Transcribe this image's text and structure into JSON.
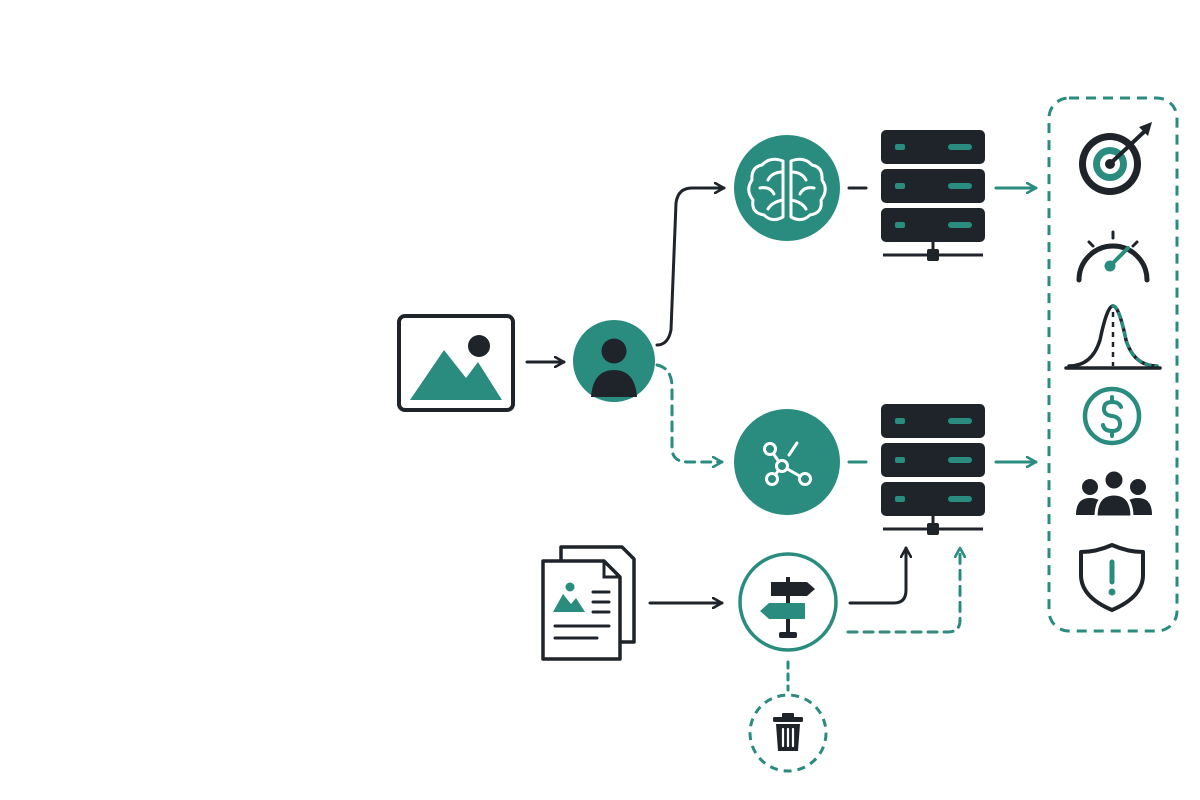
{
  "colors": {
    "teal": "#2a8c7e",
    "dark": "#1e2429",
    "white": "#ffffff",
    "background": "#ffffff"
  },
  "nodes": [
    {
      "id": "image-input",
      "icon": "image-icon"
    },
    {
      "id": "user",
      "icon": "user-icon"
    },
    {
      "id": "brain-model",
      "icon": "brain-icon"
    },
    {
      "id": "graph-model",
      "icon": "graph-nodes-icon"
    },
    {
      "id": "server-top",
      "icon": "server-icon"
    },
    {
      "id": "server-bottom",
      "icon": "server-icon"
    },
    {
      "id": "documents",
      "icon": "documents-icon"
    },
    {
      "id": "router",
      "icon": "signpost-icon"
    },
    {
      "id": "discard",
      "icon": "trash-icon"
    }
  ],
  "outcomes": [
    {
      "icon": "target-icon"
    },
    {
      "icon": "gauge-icon"
    },
    {
      "icon": "bell-curve-icon"
    },
    {
      "icon": "dollar-icon"
    },
    {
      "icon": "people-icon"
    },
    {
      "icon": "shield-alert-icon"
    }
  ],
  "edges": [
    {
      "from": "image-input",
      "to": "user",
      "style": "solid"
    },
    {
      "from": "user",
      "to": "brain-model",
      "style": "solid"
    },
    {
      "from": "user",
      "to": "graph-model",
      "style": "dashed"
    },
    {
      "from": "brain-model",
      "to": "server-top",
      "style": "solid"
    },
    {
      "from": "graph-model",
      "to": "server-bottom",
      "style": "dashed"
    },
    {
      "from": "server-top",
      "to": "outcomes",
      "style": "solid"
    },
    {
      "from": "server-bottom",
      "to": "outcomes",
      "style": "solid"
    },
    {
      "from": "documents",
      "to": "router",
      "style": "solid"
    },
    {
      "from": "router",
      "to": "server-bottom",
      "style": "solid"
    },
    {
      "from": "router",
      "to": "server-bottom",
      "style": "dashed"
    },
    {
      "from": "router",
      "to": "discard",
      "style": "dashed"
    }
  ]
}
